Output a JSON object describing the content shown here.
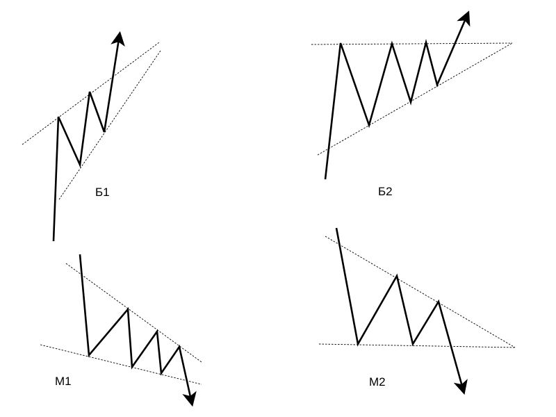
{
  "diagrams": [
    {
      "id": "b1",
      "label": "Б1"
    },
    {
      "id": "b2",
      "label": "Б2"
    },
    {
      "id": "m1",
      "label": "М1"
    },
    {
      "id": "m2",
      "label": "М2"
    }
  ]
}
